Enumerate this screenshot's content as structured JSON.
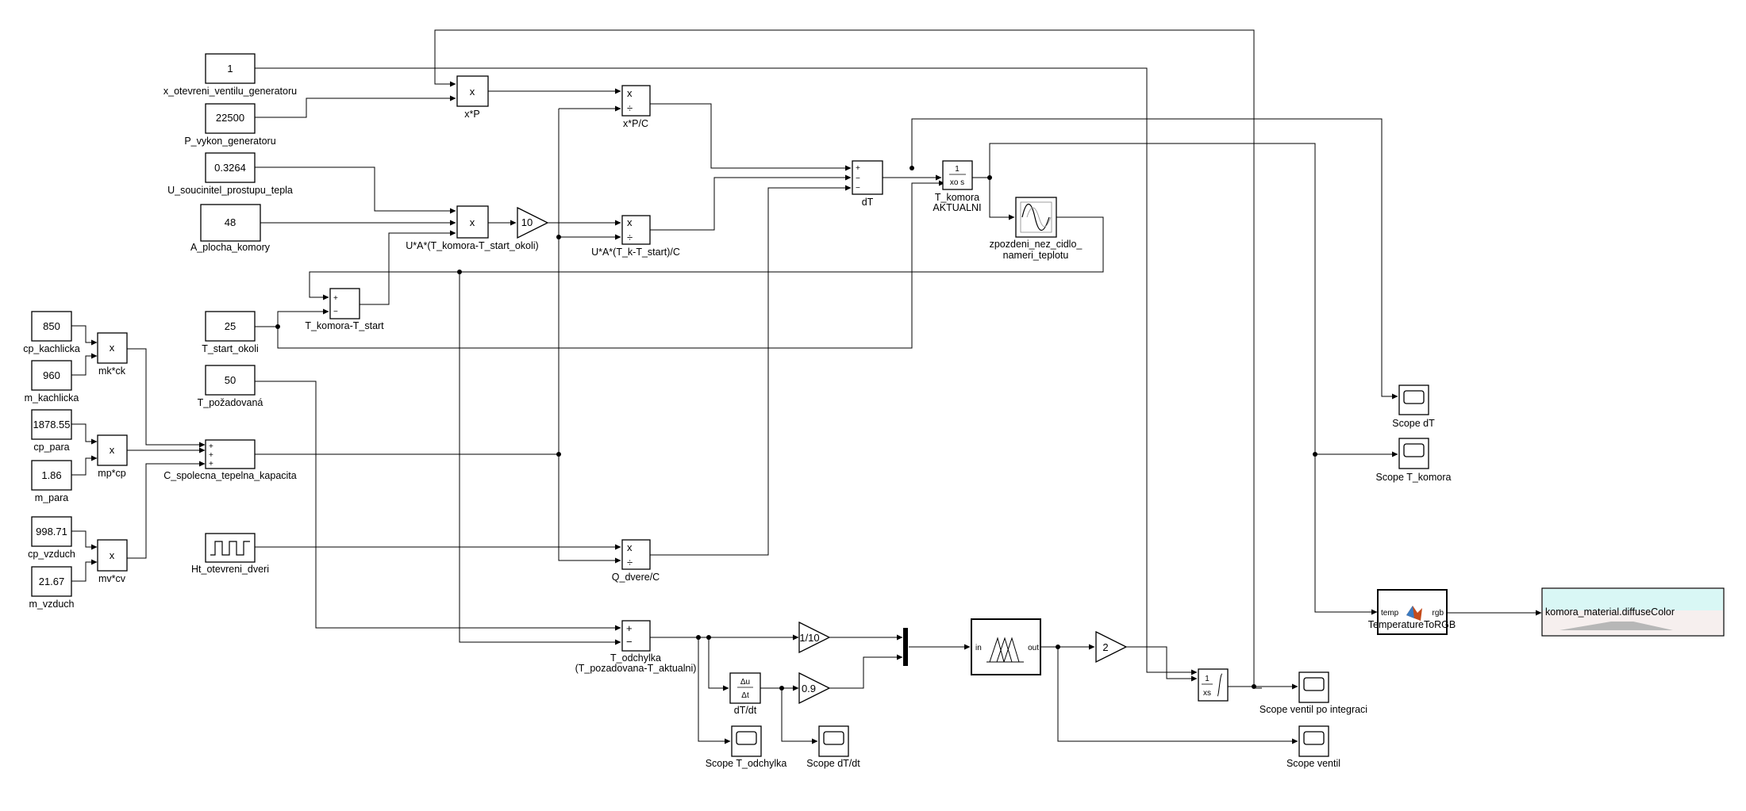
{
  "constants": {
    "x_otevreni": {
      "value": "1",
      "label": "x_otevreni_ventilu_generatoru"
    },
    "p_vykon": {
      "value": "22500",
      "label": "P_vykon_generatoru"
    },
    "u_soucinitel": {
      "value": "0.3264",
      "label": "U_soucinitel_prostupu_tepla"
    },
    "a_plocha": {
      "value": "48",
      "label": "A_plocha_komory"
    },
    "t_start": {
      "value": "25",
      "label": "T_start_okoli"
    },
    "t_pozadovana": {
      "value": "50",
      "label": "T_požadovaná"
    },
    "cp_kachlicka": {
      "value": "850",
      "label": "cp_kachlicka"
    },
    "m_kachlicka": {
      "value": "960",
      "label": "m_kachlicka"
    },
    "cp_para": {
      "value": "1878.55",
      "label": "cp_para"
    },
    "m_para": {
      "value": "1.86",
      "label": "m_para"
    },
    "cp_vzduch": {
      "value": "998.71",
      "label": "cp_vzduch"
    },
    "m_vzduch": {
      "value": "21.67",
      "label": "m_vzduch"
    }
  },
  "blocks": {
    "xP": {
      "label": "x*P",
      "op": "x"
    },
    "xPC": {
      "label": "x*P/C",
      "op1": "x",
      "op2": "÷"
    },
    "uat": {
      "label": "U*A*(T_komora-T_start_okoli)",
      "op": "x"
    },
    "gain10": {
      "value": "10"
    },
    "uatc": {
      "label": "U*A*(T_k-T_start)/C",
      "op1": "x",
      "op2": "÷"
    },
    "dT": {
      "label": "dT",
      "s1": "+",
      "s2": "−",
      "s3": "−"
    },
    "integrator": {
      "label1": "T_komora",
      "label2": "AKTUALNI",
      "num": "1",
      "den": "xo s"
    },
    "delay": {
      "label1": "zpozdeni_nez_cidlo_",
      "label2": "nameri_teplotu"
    },
    "sum_tk": {
      "label": "T_komora-T_start",
      "s1": "+",
      "s2": "−"
    },
    "mkck": {
      "label": "mk*ck",
      "op": "x"
    },
    "mpcp": {
      "label": "mp*cp",
      "op": "x"
    },
    "mvcv": {
      "label": "mv*cv",
      "op": "x"
    },
    "c_spolecna": {
      "label": "C_spolecna_tepelna_kapacita",
      "s1": "+",
      "s2": "+",
      "s3": "+"
    },
    "ht_dvere": {
      "label": "Ht_otevreni_dveri"
    },
    "q_dvere": {
      "label": "Q_dvere/C",
      "op1": "x",
      "op2": "÷"
    },
    "t_odchylka": {
      "label1": "T_odchylka",
      "label2": "(T_pozadovana-T_aktualni)",
      "s1": "+",
      "s2": "−"
    },
    "derivative": {
      "label": "dT/dt",
      "num": "Δu",
      "den": "Δt"
    },
    "gain_110": {
      "value": "1/10"
    },
    "gain_09": {
      "value": "0.9"
    },
    "fuzzy": {
      "in": "in",
      "out": "out"
    },
    "gain2": {
      "value": "2"
    },
    "sat_int": {
      "num": "1",
      "den": "xs"
    },
    "temp_rgb": {
      "label": "TemperatureToRGB",
      "in": "temp",
      "out": "rgb"
    },
    "vr_sink": {
      "label": "komora_material.diffuseColor"
    }
  },
  "scopes": {
    "dT": "Scope dT",
    "t_komora": "Scope T_komora",
    "ventil_int": "Scope ventil po integraci",
    "ventil": "Scope ventil",
    "t_odchylka": "Scope T_odchylka",
    "dTdt": "Scope dT/dt"
  }
}
